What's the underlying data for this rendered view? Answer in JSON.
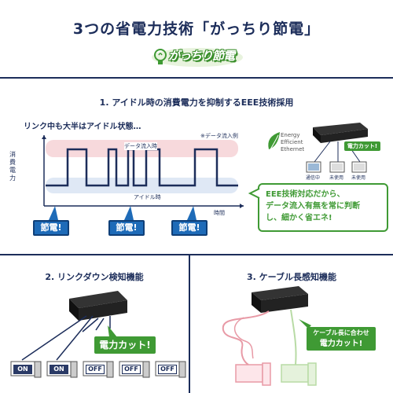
{
  "header": {
    "title": "3つの省電力技術「がっちり節電」",
    "logo_text": "がっちり節電"
  },
  "section1": {
    "title": "1. アイドル時の消費電力を抑制するEEE技術採用",
    "subtitle": "リンク中も大半はアイドル状態…",
    "note": "※データ流入例",
    "y_axis_label": "消費電力",
    "x_axis_label": "時間",
    "flow_label": "データ流入時",
    "idle_label": "アイドル時",
    "saving_labels": [
      "節電!",
      "節電!",
      "節電!"
    ],
    "eee_logo": [
      "Energy",
      "Efficient",
      "Ethernet"
    ],
    "cut_badge": "電力カット!",
    "pc_labels": [
      "通信中",
      "未使用",
      "未使用"
    ],
    "callout": [
      "EEE技術対応だから、",
      "データ流入有無を常に判断",
      "し、細かく省エネ!"
    ]
  },
  "section2": {
    "title": "2. リンクダウン検知機能",
    "cut_badge": "電力カット!",
    "pc_labels": [
      "ON",
      "ON",
      "OFF",
      "OFF",
      "OFF"
    ]
  },
  "section3": {
    "title": "3. ケーブル長感知機能",
    "callout": [
      "ケーブル長に合わせ",
      "電力カット!"
    ]
  },
  "colors": {
    "navy": "#1c2d5a",
    "green": "#3f9a34",
    "blue": "#1e6bb8",
    "pink": "#e89aa6"
  }
}
